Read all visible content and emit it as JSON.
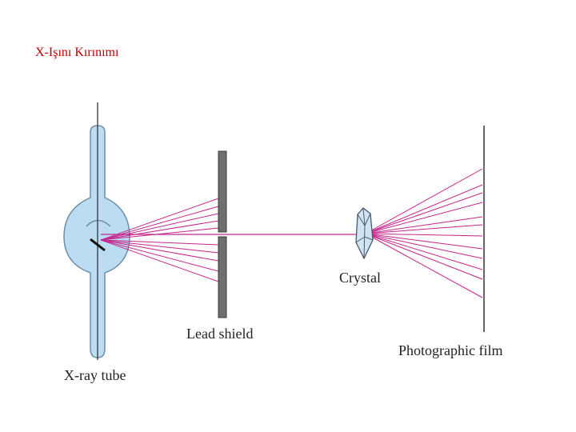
{
  "slide": {
    "title": "X-Işını Kırınımı"
  },
  "diagram": {
    "labels": {
      "xray_tube": "X-ray tube",
      "lead_shield": "Lead shield",
      "crystal": "Crystal",
      "photographic_film": "Photographic film"
    },
    "colors": {
      "ray": "#c4268a",
      "tube_fill": "#bcdcf2",
      "tube_stroke": "#6f8ea8",
      "shield": "#6e6e6e",
      "crystal_fill": "#cfe3f5",
      "line": "#222222",
      "title": "#c00000"
    }
  }
}
